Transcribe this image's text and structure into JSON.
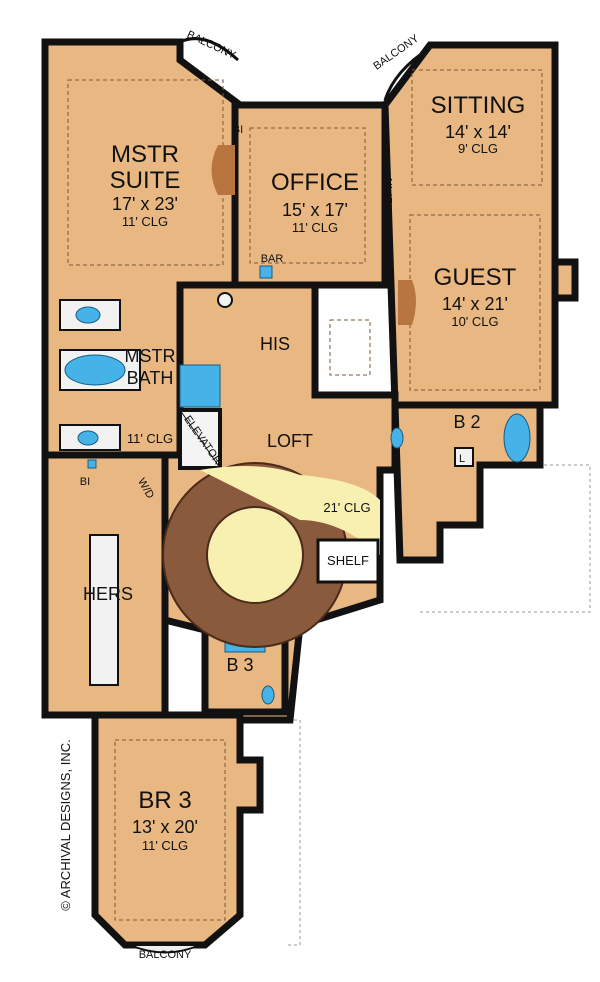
{
  "rooms": {
    "master_suite": {
      "name_line1": "MSTR",
      "name_line2": "SUITE",
      "size": "17' x 23'",
      "ceiling": "11' CLG"
    },
    "office": {
      "name": "OFFICE",
      "size": "15' x 17'",
      "ceiling": "11' CLG"
    },
    "sitting": {
      "name": "SITTING",
      "size": "14' x 14'",
      "ceiling": "9' CLG"
    },
    "guest": {
      "name": "GUEST",
      "size": "14' x 21'",
      "ceiling": "10' CLG"
    },
    "master_bath": {
      "name_line1": "MSTR",
      "name_line2": "BATH",
      "ceiling": "11' CLG"
    },
    "his": {
      "name": "HIS"
    },
    "hers": {
      "name": "HERS"
    },
    "loft": {
      "name": "LOFT",
      "ceiling": "21' CLG"
    },
    "br3": {
      "name": "BR 3",
      "size": "13' x 20'",
      "ceiling": "11' CLG"
    },
    "b2": {
      "name": "B 2"
    },
    "b3": {
      "name": "B 3"
    }
  },
  "labels": {
    "balcony_left": "BALCONY",
    "balcony_right": "BALCONY",
    "balcony_bottom": "BALCONY",
    "bi_top": "BI",
    "bi_hers": "BI",
    "bar": "BAR",
    "built_in": "BUILT IN",
    "elevator": "ELEVATOR",
    "wd": "W/D",
    "shelf": "SHELF",
    "linen": "L"
  },
  "copyright": "© ARCHIVAL DESIGNS, INC.",
  "colors": {
    "floor": "#e9b882",
    "wall": "#111111",
    "fixture": "#45b2e8",
    "stair": "#8a5a3c",
    "stair_well": "#f8f0b0",
    "fireplace": "#b8753f"
  }
}
